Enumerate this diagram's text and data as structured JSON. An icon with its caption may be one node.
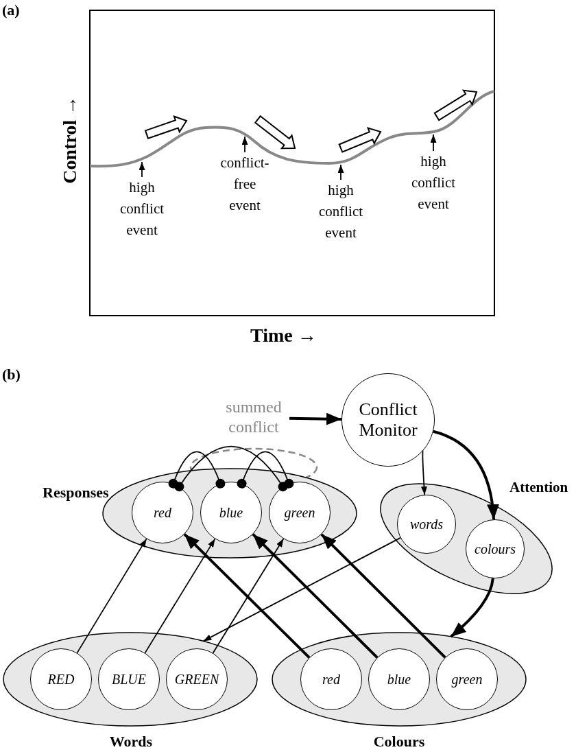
{
  "diagram": {
    "nodes": [
      {
        "text": [
          "high conflict event"
        ]
      },
      {
        "text": [
          "conflict-free event"
        ]
      },
      {
        "text": [
          "high conflict event"
        ]
      },
      {
        "text": [
          "high conflict event"
        ]
      },
      {
        "text": [
          "summed conflict"
        ]
      },
      {
        "text": [
          "Conflict Monitor"
        ]
      },
      {
        "text": [
          "Responses"
        ]
      },
      {
        "text": [
          "red"
        ],
        "in": 6
      },
      {
        "text": [
          "blue"
        ],
        "in": 6
      },
      {
        "text": [
          "green"
        ],
        "in": 6
      },
      {
        "text": [
          "Attention"
        ]
      },
      {
        "text": [
          "words"
        ],
        "in": 10
      },
      {
        "text": [
          "colours"
        ],
        "in": 10
      },
      {
        "text": [
          "Words"
        ]
      },
      {
        "text": [
          "RED"
        ],
        "in": 13
      },
      {
        "text": [
          "BLUE"
        ],
        "in": 13
      },
      {
        "text": [
          "GREEN"
        ],
        "in": 13
      },
      {
        "text": [
          "Colours"
        ]
      },
      {
        "text": [
          "red"
        ],
        "in": 17
      },
      {
        "text": [
          "blue"
        ],
        "in": 17
      },
      {
        "text": [
          "green"
        ],
        "in": 17
      }
    ],
    "edges": [
      {
        "from": 0,
        "to": null,
        "arrow": "to"
      },
      {
        "from": 1,
        "to": null,
        "arrow": "to"
      },
      {
        "from": 2,
        "to": null,
        "arrow": "to"
      },
      {
        "from": 3,
        "to": null,
        "arrow": "to"
      },
      {
        "from": 4,
        "to": 5,
        "arrow": "to",
        "style": "thick"
      },
      {
        "from": 5,
        "to": 11,
        "arrow": "to"
      },
      {
        "from": 5,
        "to": 12,
        "arrow": "to",
        "style": "thick"
      },
      {
        "from": 7,
        "to": 8,
        "arrow": "other"
      },
      {
        "from": 7,
        "to": 9,
        "arrow": "other"
      },
      {
        "from": 8,
        "to": 9,
        "arrow": "other"
      },
      {
        "from": 14,
        "to": 7,
        "arrow": "to"
      },
      {
        "from": 15,
        "to": 8,
        "arrow": "to"
      },
      {
        "from": 16,
        "to": 9,
        "arrow": "to"
      },
      {
        "from": 18,
        "to": 7,
        "arrow": "to",
        "style": "thick"
      },
      {
        "from": 19,
        "to": 8,
        "arrow": "to",
        "style": "thick"
      },
      {
        "from": 20,
        "to": 9,
        "arrow": "to",
        "style": "thick"
      },
      {
        "from": 11,
        "to": 13,
        "arrow": "to"
      },
      {
        "from": 12,
        "to": 17,
        "arrow": "to",
        "style": "thick"
      }
    ],
    "labels": [
      "(a)",
      "Control →",
      "Time →",
      "(b)"
    ]
  }
}
